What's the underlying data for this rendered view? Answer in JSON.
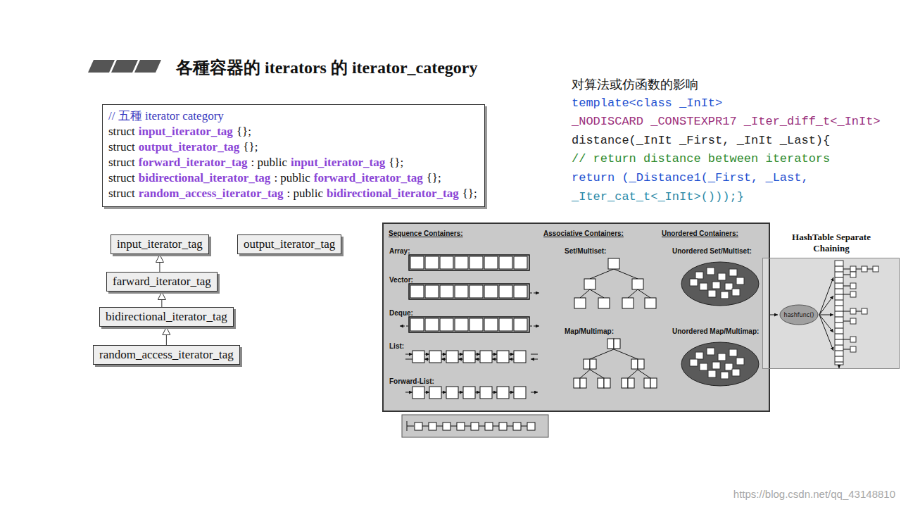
{
  "diagram": {
    "title": "各種容器的 iterators 的 iterator_category",
    "nodes": [
      {
        "text": [
          "// 五種 iterator category",
          "struct",
          "input_iterator_tag",
          "{};",
          "struct",
          "output_iterator_tag",
          "{};",
          "struct",
          "forward_iterator_tag",
          ": public",
          "input_iterator_tag",
          "{};",
          "struct",
          "bidirectional_iterator_tag",
          ": public",
          "forward_iterator_tag",
          "{};",
          "struct",
          "random_access_iterator_tag",
          ": public",
          "bidirectional_iterator_tag",
          "{};"
        ]
      },
      {
        "text": [
          "input_iterator_tag"
        ]
      },
      {
        "text": [
          "output_iterator_tag"
        ]
      },
      {
        "text": [
          "farward_iterator_tag"
        ]
      },
      {
        "text": [
          "bidirectional_iterator_tag"
        ]
      },
      {
        "text": [
          "random_access_iterator_tag"
        ]
      },
      {
        "text": [
          "Sequence Containers:",
          "Associative Containers:",
          "Unordered Containers:",
          "Array:",
          "Vector:",
          "Deque:",
          "List:",
          "Forward-List:",
          "Set/Multiset:",
          "Map/Multimap:",
          "Unordered Set/Multiset:",
          "Unordered Map/Multimap:"
        ]
      },
      {
        "text": [
          "HashTable Separate Chaining"
        ]
      },
      {
        "text": [
          "hashfunc()"
        ],
        "in": 7
      }
    ],
    "edges": [
      {
        "from": 3,
        "to": 1,
        "arrow": "to"
      },
      {
        "from": 4,
        "to": 3,
        "arrow": "to"
      },
      {
        "from": 5,
        "to": 4,
        "arrow": "to"
      }
    ],
    "labels": [
      "对算法或仿函数的影响",
      "template<class _InIt>",
      "_NODISCARD _CONSTEXPR17 _Iter_diff_t<_InIt>",
      "distance(_InIt _First, _InIt _Last){",
      "// return distance between iterators",
      "return (_Distance1(_First, _Last,",
      "_Iter_cat_t<_InIt>()));}",
      "https://blog.csdn.net/qq_43148810"
    ]
  }
}
